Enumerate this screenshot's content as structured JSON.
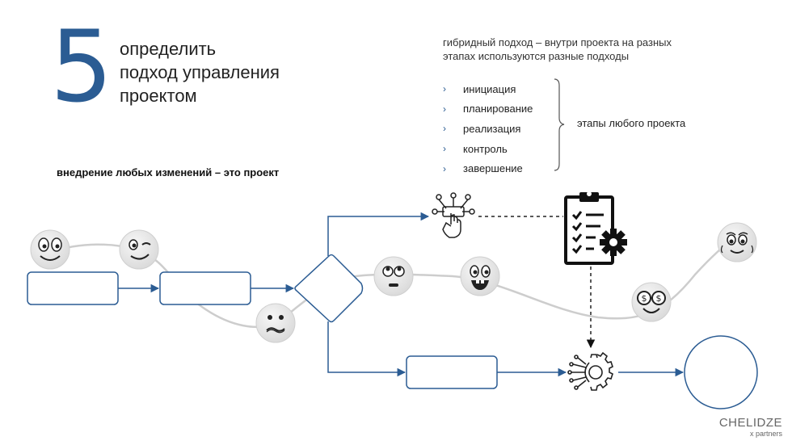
{
  "slide": {
    "number": "5",
    "title_lines": [
      "определить",
      "подход управления",
      "проектом"
    ],
    "subtitle": "внедрение любых изменений – это проект",
    "hybrid_lines": [
      "гибридный подход – внутри проекта на разных",
      "этапах используются разные подходы"
    ],
    "stages": [
      "инициация",
      "планирование",
      "реализация",
      "контроль",
      "завершение"
    ],
    "stages_label": "этапы любого проекта",
    "brand": {
      "name": "CHELIDZE",
      "sub": "x partners"
    }
  },
  "icons": {
    "chevron": "›",
    "touch": "touch-network-icon",
    "clipboard": "clipboard-gear-icon",
    "gear": "gear-process-icon"
  },
  "colors": {
    "accent": "#2b5c93",
    "curve": "#cccccc",
    "emoji_bg": "#e4e4e4"
  }
}
